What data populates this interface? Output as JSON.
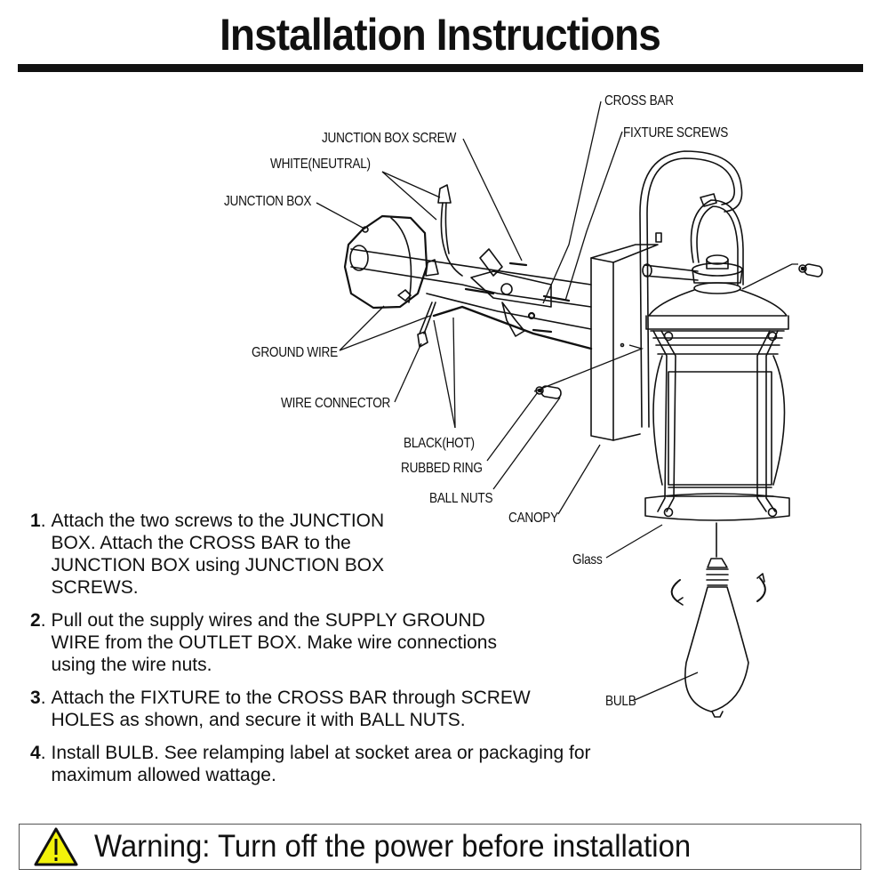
{
  "page": {
    "title": "Installation Instructions"
  },
  "diagram": {
    "labels": {
      "junction_box_screw": "JUNCTION BOX SCREW",
      "white_neutral": "WHITE(NEUTRAL)",
      "junction_box": "JUNCTION BOX",
      "cross_bar": "CROSS BAR",
      "fixture_screws": "FIXTURE SCREWS",
      "ground_wire": "GROUND WIRE",
      "wire_connector": "WIRE CONNECTOR",
      "black_hot": "BLACK(HOT)",
      "rubbed_ring": "RUBBED RING",
      "ball_nuts": "BALL NUTS",
      "canopy": "CANOPY",
      "glass": "Glass",
      "bulb": "BULB"
    }
  },
  "steps": [
    {
      "number": "1",
      "text": "Attach the two screws to the JUNCTION BOX. Attach the CROSS BAR to the JUNCTION BOX using JUNCTION BOX SCREWS."
    },
    {
      "number": "2",
      "text": "Pull out the supply wires and the SUPPLY GROUND WIRE from the OUTLET BOX. Make wire connections using the wire nuts."
    },
    {
      "number": "3",
      "text": "Attach the FIXTURE to the CROSS BAR through SCREW HOLES as shown, and secure it with BALL NUTS."
    },
    {
      "number": "4",
      "text": "Install BULB. See relamping label at socket area or packaging for maximum allowed wattage."
    }
  ],
  "warning": {
    "icon": "warning-triangle-icon",
    "text": "Warning: Turn off the power before installation",
    "icon_color": "#f2f20a"
  }
}
